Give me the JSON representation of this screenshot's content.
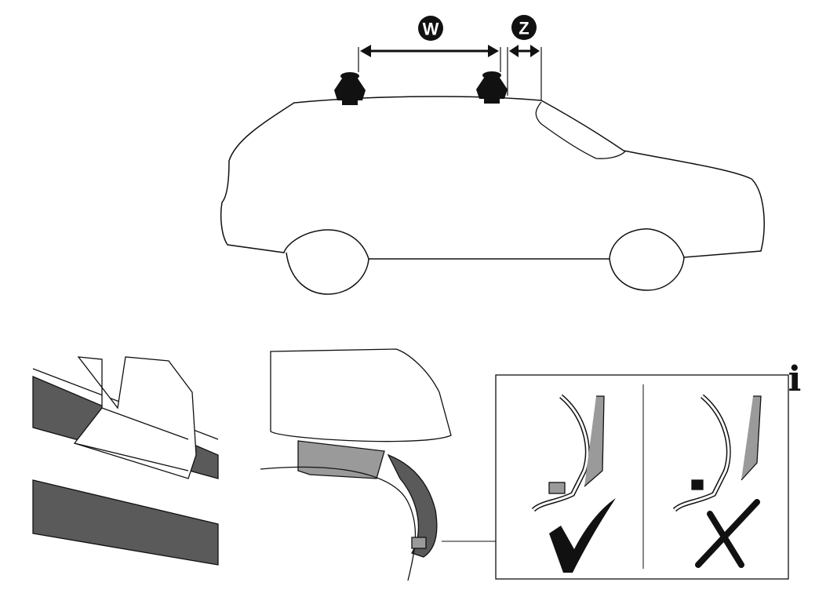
{
  "labels": {
    "w": "W",
    "z": "Z"
  },
  "info_icon": {
    "glyph": "i",
    "name": "info-icon"
  },
  "panels": {
    "correct": {
      "icon": "checkmark-icon"
    },
    "incorrect": {
      "icon": "cross-icon"
    }
  },
  "colors": {
    "line": "#111111",
    "rubber": "#5a5a5a",
    "pad": "#9a9a9a"
  }
}
